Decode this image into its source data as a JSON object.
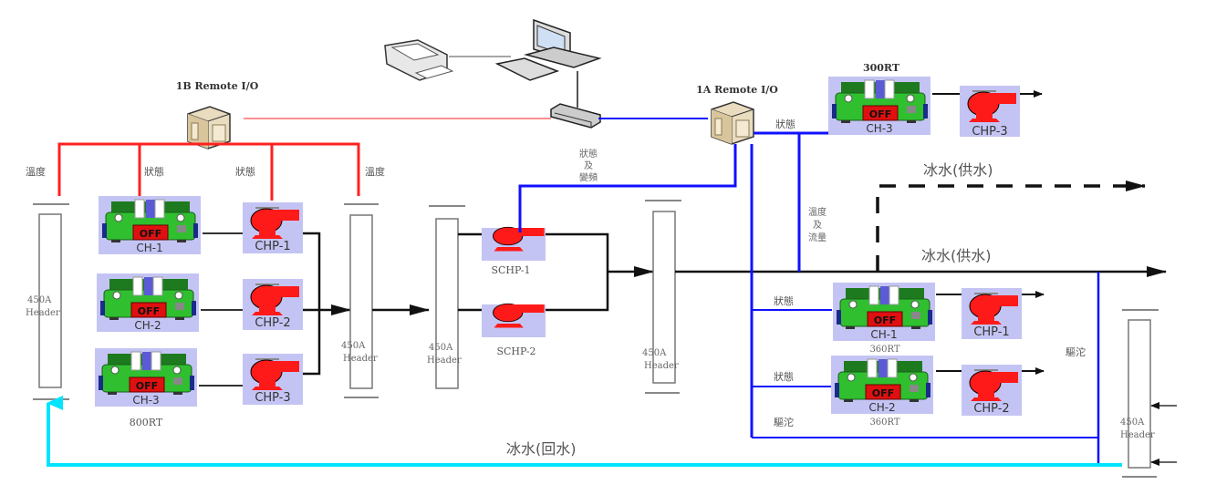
{
  "network": {
    "remote_io_1b": "1B Remote I/O",
    "remote_io_1a": "1A Remote I/O",
    "printer": "printer-icon",
    "computer": "computer-icon",
    "switch": "network-switch-icon"
  },
  "labels": {
    "temp": "溫度",
    "status": "狀態",
    "status_and_vfd": [
      "狀態",
      "及",
      "變頻"
    ],
    "temp_and_flow": [
      "溫度",
      "及",
      "流量"
    ],
    "drive": "驅沱",
    "chilled_supply": "冰水(供水)",
    "chilled_return": "冰水(回水)",
    "off": "OFF"
  },
  "headers": [
    {
      "id": "h1",
      "lines": [
        "450A",
        "Header"
      ]
    },
    {
      "id": "h2",
      "lines": [
        "450A",
        "Header"
      ]
    },
    {
      "id": "h3",
      "lines": [
        "450A",
        "Header"
      ]
    },
    {
      "id": "h4",
      "lines": [
        "450A",
        "Header"
      ]
    },
    {
      "id": "h5",
      "lines": [
        "450A",
        "Header"
      ]
    }
  ],
  "left_plant": {
    "capacity": "800RT",
    "chillers": [
      {
        "name": "CH-1",
        "state": "OFF"
      },
      {
        "name": "CH-2",
        "state": "OFF"
      },
      {
        "name": "CH-3",
        "state": "OFF"
      }
    ],
    "pumps": [
      "CHP-1",
      "CHP-2",
      "CHP-3"
    ]
  },
  "secondary_pumps": [
    "SCHP-1",
    "SCHP-2"
  ],
  "right_plant": {
    "chillers": [
      {
        "name": "CH-3",
        "state": "OFF",
        "capacity": "300RT"
      },
      {
        "name": "CH-1",
        "state": "OFF",
        "capacity": "360RT"
      },
      {
        "name": "CH-2",
        "state": "OFF",
        "capacity": "360RT"
      }
    ],
    "pumps": [
      "CHP-3",
      "CHP-1",
      "CHP-2"
    ]
  },
  "colors": {
    "signal_1b": "#ff2020",
    "signal_1a": "#1010ff",
    "return_water": "#00e5ff",
    "pipe": "#111111",
    "equipment_bg": "#c4c4f4",
    "chiller_green": "#2fbf2f",
    "pump_red": "#ff1a1a"
  }
}
